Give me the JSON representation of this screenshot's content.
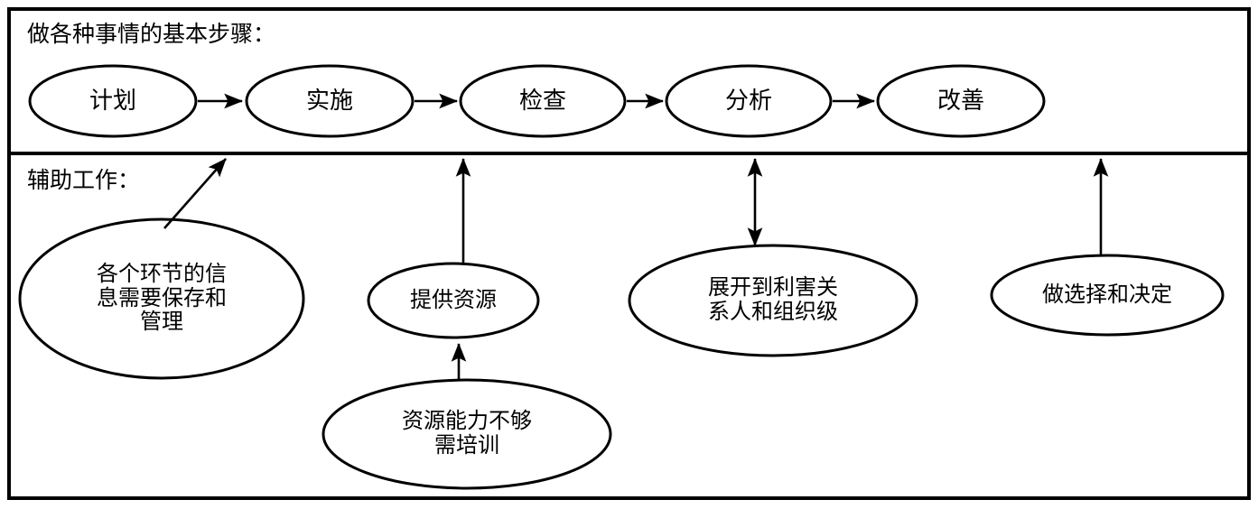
{
  "diagram": {
    "sections": [
      {
        "id": "main-steps",
        "caption": "做各种事情的基本步骤：",
        "nodes": [
          {
            "id": "plan",
            "label": "计划"
          },
          {
            "id": "execute",
            "label": "实施"
          },
          {
            "id": "check",
            "label": "检查"
          },
          {
            "id": "analyze",
            "label": "分析"
          },
          {
            "id": "improve",
            "label": "改善"
          }
        ],
        "flow_arrows": [
          "计划→实施",
          "实施→检查",
          "检查→分析",
          "分析→改善"
        ]
      },
      {
        "id": "support-work",
        "caption": "辅助工作：",
        "nodes": [
          {
            "id": "info-management",
            "label": "各个环节的信\n息需要保存和\n管理"
          },
          {
            "id": "provide-resource",
            "label": "提供资源"
          },
          {
            "id": "resource-training",
            "label": "资源能力不够\n需培训"
          },
          {
            "id": "stakeholder",
            "label": "展开到利害关\n系人和组织级"
          },
          {
            "id": "decision",
            "label": "做选择和决定"
          }
        ],
        "connectors": [
          {
            "from": "info-management",
            "to": "main-steps",
            "type": "diagonal-arrow-up"
          },
          {
            "from": "provide-resource",
            "to": "main-steps",
            "type": "arrow-up"
          },
          {
            "from": "resource-training",
            "to": "provide-resource",
            "type": "arrow-up"
          },
          {
            "from": "stakeholder",
            "to": "main-steps",
            "type": "double-arrow"
          },
          {
            "from": "decision",
            "to": "main-steps",
            "type": "arrow-up"
          }
        ]
      }
    ],
    "colors": {
      "stroke": "#000000",
      "fill": "#ffffff",
      "text": "#000000"
    }
  }
}
